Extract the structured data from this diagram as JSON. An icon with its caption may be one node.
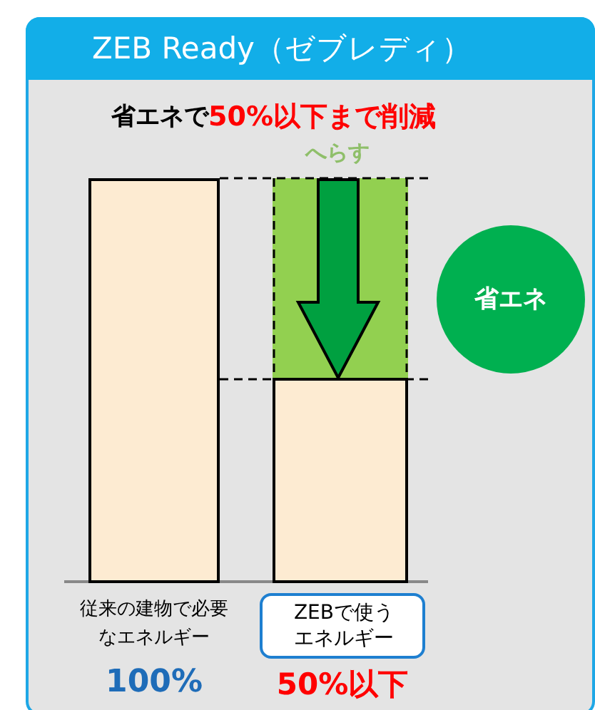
{
  "diagram": {
    "nodes": [
      {
        "text": [
          "ZEB Ready（ゼブレディ）"
        ]
      },
      {
        "text": [
          "省エネ"
        ],
        "in": 0
      },
      {
        "text": [
          "ZEBで使うエネルギー"
        ],
        "in": 0
      },
      {
        "text": [],
        "shape": "bar",
        "in": 0
      },
      {
        "text": [],
        "shape": "bar",
        "in": 0
      }
    ],
    "labels": [
      "省エネで",
      "50%以下まで削減",
      "へらす",
      "従来の建物で必要なエネルギー",
      "100%",
      "50%以下"
    ]
  }
}
